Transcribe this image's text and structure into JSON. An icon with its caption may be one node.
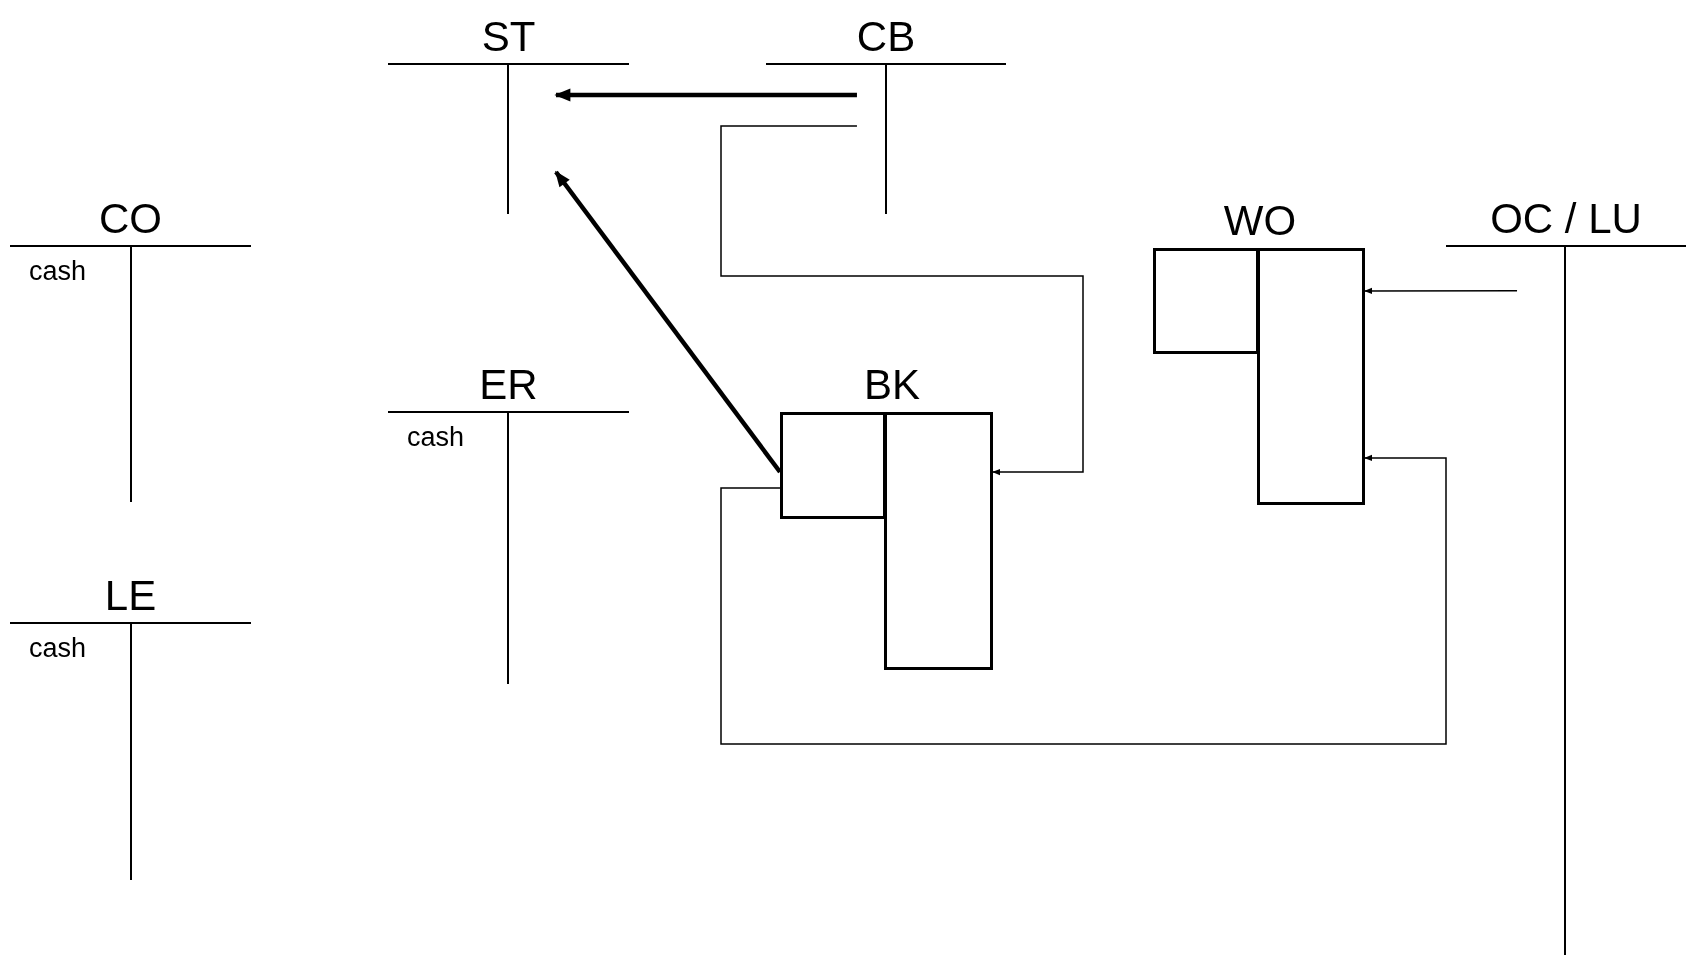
{
  "diagram": {
    "nodes": [
      {
        "text": [
          "ST"
        ]
      },
      {
        "text": [
          "CB"
        ]
      },
      {
        "text": [
          "CO",
          "cash"
        ]
      },
      {
        "text": [
          "WO"
        ]
      },
      {
        "text": [],
        "shape": "box"
      },
      {
        "text": [],
        "shape": "box"
      },
      {
        "text": [
          "OC / LU"
        ]
      },
      {
        "text": [
          "ER",
          "cash"
        ]
      },
      {
        "text": [
          "BK"
        ]
      },
      {
        "text": [],
        "shape": "box"
      },
      {
        "text": [],
        "shape": "box"
      },
      {
        "text": [
          "LE",
          "cash"
        ]
      }
    ],
    "edges": [
      {
        "from": 1,
        "to": 0,
        "arrow": "to",
        "style": "thick"
      },
      {
        "from": 1,
        "to": 10,
        "arrow": "to"
      },
      {
        "from": 9,
        "to": 0,
        "arrow": "to",
        "style": "thick"
      },
      {
        "from": 9,
        "to": 5,
        "arrow": "to"
      },
      {
        "from": 6,
        "to": 5,
        "arrow": "to"
      }
    ]
  }
}
